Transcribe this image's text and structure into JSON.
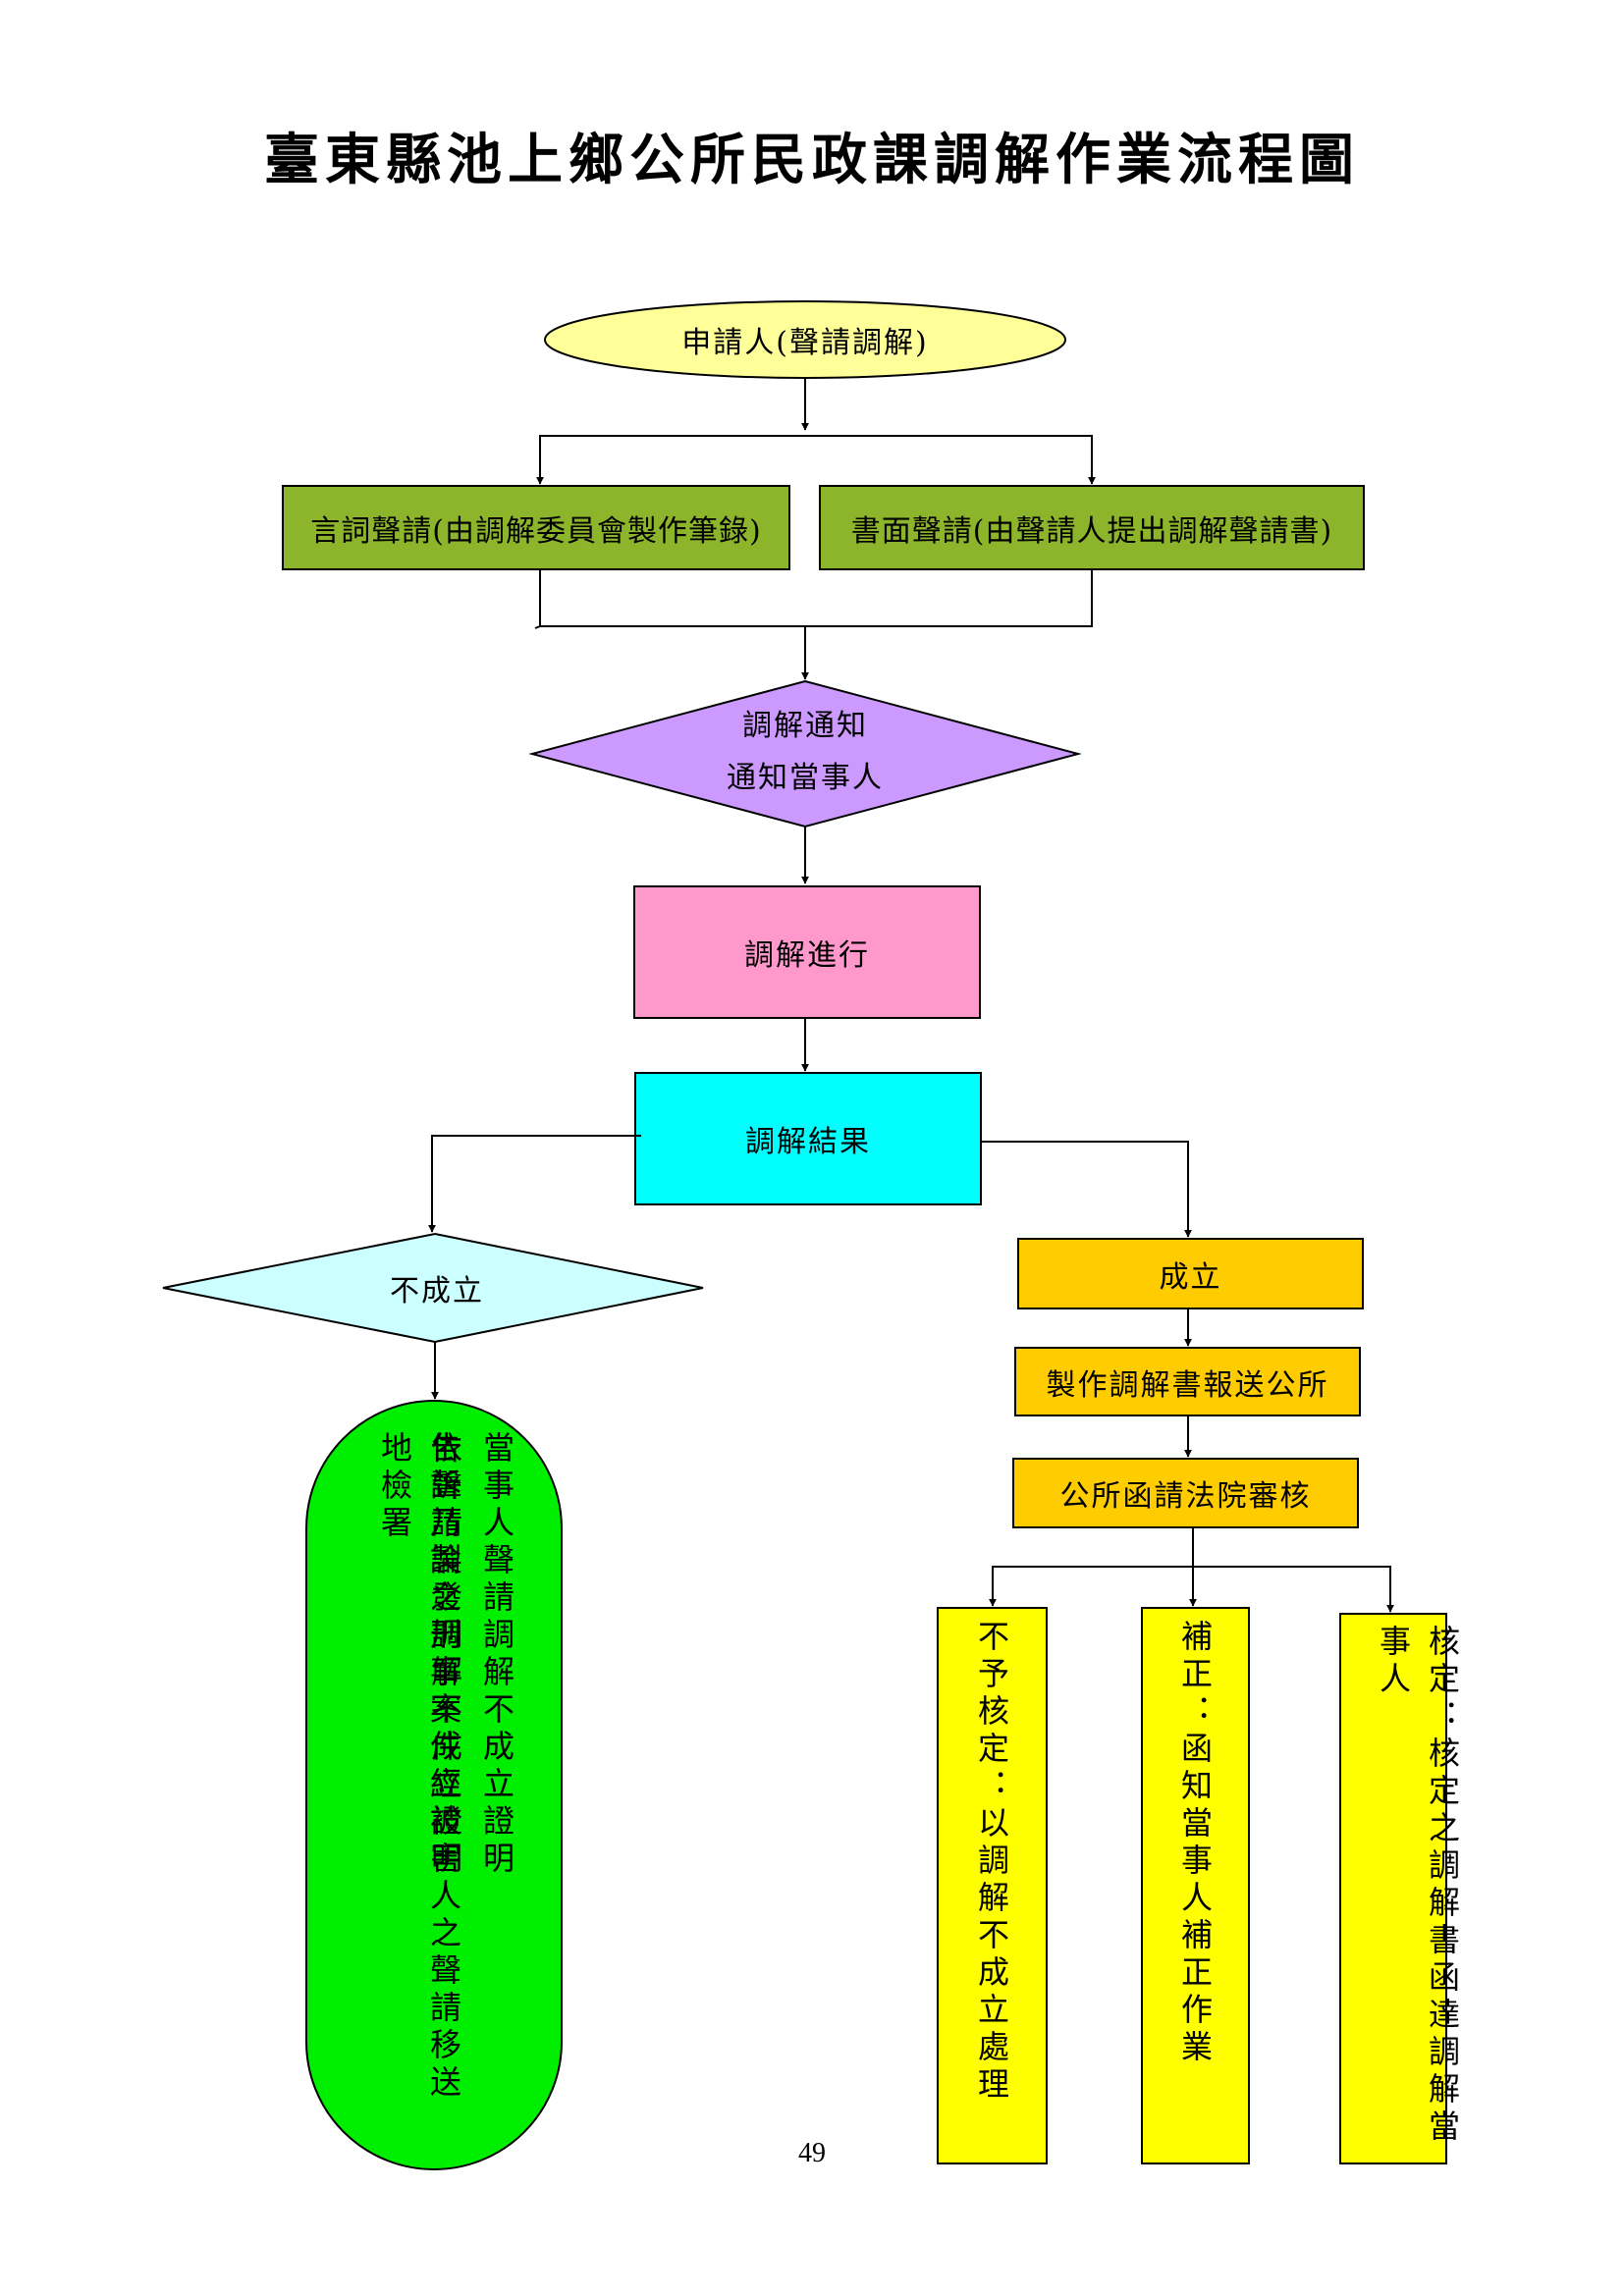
{
  "title": "臺東縣池上鄉公所民政課調解作業流程圖",
  "start": "申請人(聲請調解)",
  "apply_oral": "言詞聲請(由調解委員會製作筆錄)",
  "apply_written": "書面聲請(由聲請人提出調解聲請書)",
  "notice_line1": "調解通知",
  "notice_line2": "通知當事人",
  "proceed": "調解進行",
  "result": "調解結果",
  "fail": "不成立",
  "success": "成立",
  "fail_outcome": {
    "col1": "當事人聲請調解不成立證明",
    "col2": "依聲請製發調解不成立證明",
    "col3": "告訴乃論之刑事案件經被害人之聲請移送地檢署"
  },
  "make_document": "製作調解書報送公所",
  "court_review": "公所函請法院審核",
  "outcomes": {
    "not_approved": "不予核定：以調解不成立處理",
    "correction": "補正：函知當事人補正作業",
    "approved": "核定：核定之調解書函達調解當事人"
  },
  "page_number": "49",
  "colors": {
    "start_fill": "#ffff99",
    "apply_fill": "#8db52b",
    "notice_fill": "#cc99ff",
    "proceed_fill": "#ff99cc",
    "result_fill": "#00ffff",
    "fail_fill": "#ccffff",
    "fail_outcome_fill": "#00ee00",
    "success_fill": "#ffcc00",
    "outcome_fill": "#ffff00"
  }
}
